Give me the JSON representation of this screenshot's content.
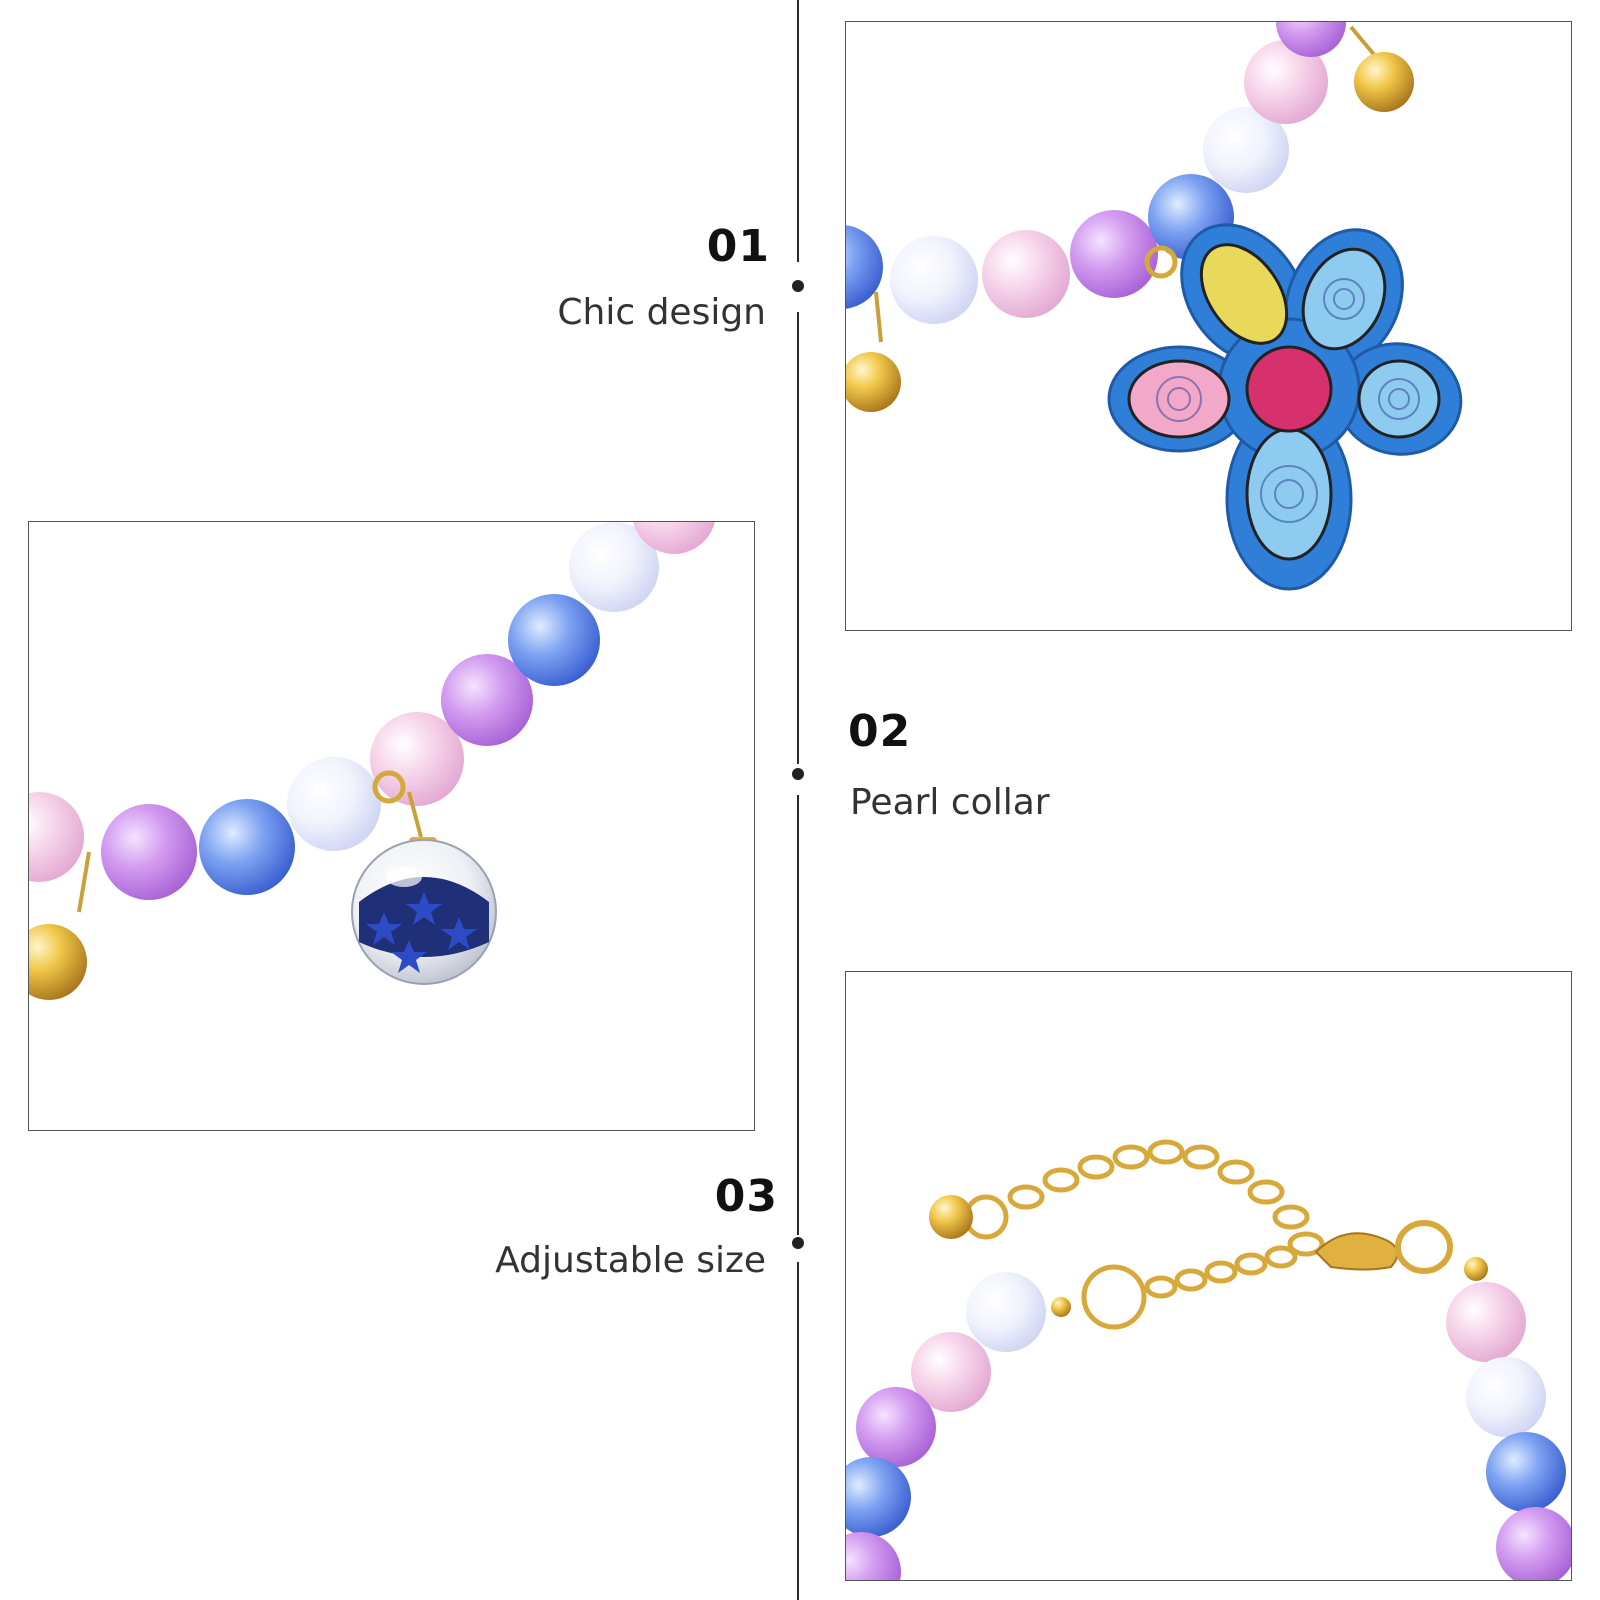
{
  "features": [
    {
      "number": "01",
      "caption": "Chic design"
    },
    {
      "number": "02",
      "caption": "Pearl collar"
    },
    {
      "number": "03",
      "caption": "Adjustable size"
    }
  ],
  "images": [
    {
      "name": "flower-pendant-photo",
      "subject": "bead collar with blue flower charm and bells"
    },
    {
      "name": "star-globe-pendant-photo",
      "subject": "bead collar with glass globe charm with blue stars"
    },
    {
      "name": "chain-clasp-photo",
      "subject": "bead collar with gold extension chain, lobster clasp and bell"
    }
  ],
  "colors": {
    "bead_pink": "#f3c6e3",
    "bead_purple": "#c88ae8",
    "bead_blue": "#5b86e8",
    "bead_clear": "#eef0fb",
    "gold": "#e3b53a",
    "flower_blue": "#2f7ed8",
    "flower_center": "#d6306d"
  }
}
